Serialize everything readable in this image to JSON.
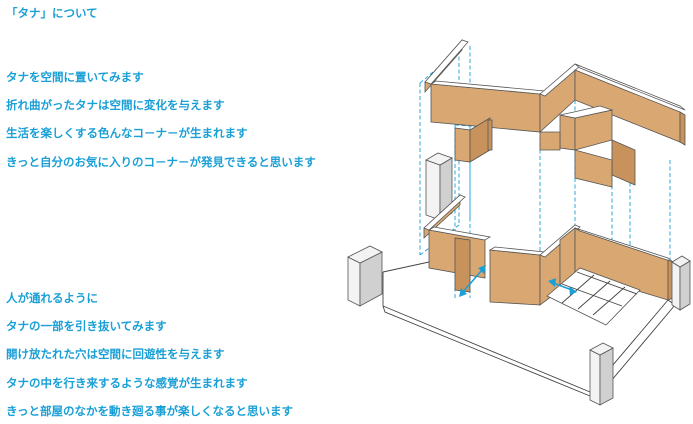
{
  "title": "「タナ」について",
  "group1": [
    "タナを空間に置いてみます",
    "折れ曲がったタナは空間に変化を与えます",
    "生活を楽しくする色んなコ－ナ－が生まれます",
    "きっと自分のお気に入りのコ－ナ－が発見できると思います"
  ],
  "group2": [
    "人が通れるように",
    "タナの一部を引き抜いてみます",
    "開け放たれた穴は空間に回遊性を与えます",
    "タナの中を行き来するような感覚が生まれます",
    "きっと部屋のなかを動き廻る事が楽しくなると思います"
  ],
  "colors": {
    "text": "#1a9fd6",
    "shelf": "#d9a872",
    "dashed_outline": "#1a9fd6"
  }
}
